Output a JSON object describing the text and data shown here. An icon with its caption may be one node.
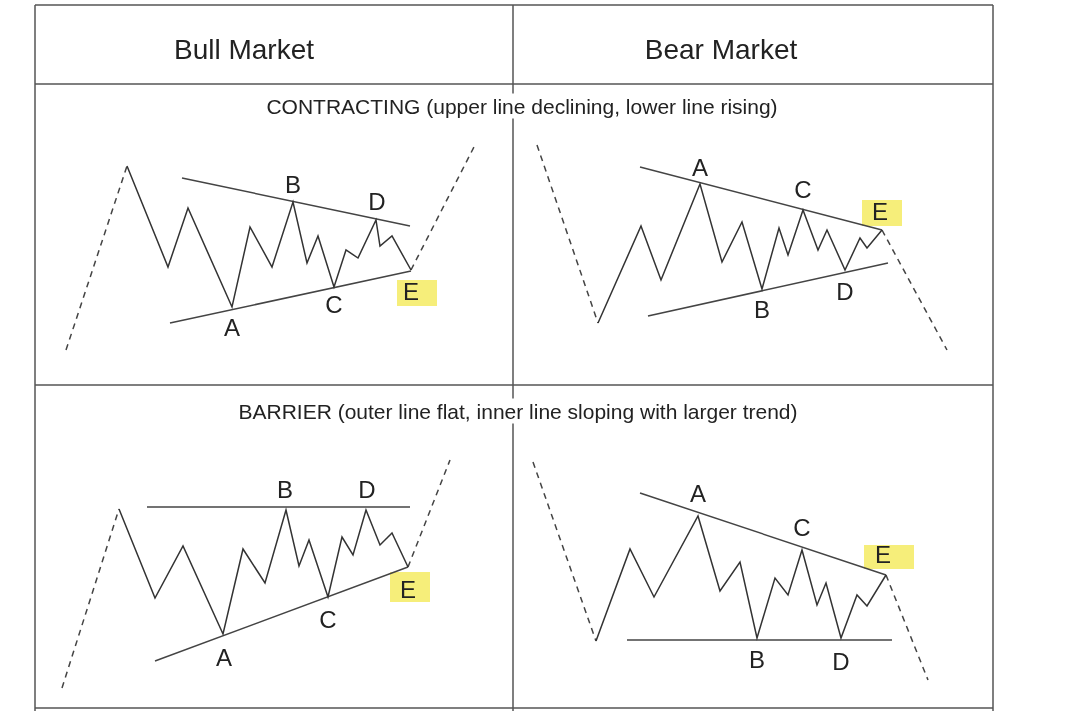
{
  "diagram": {
    "labels": [
      "Bull Market",
      "Bear Market",
      "CONTRACTING (upper line declining, lower line rising)",
      "A",
      "B",
      "C",
      "D",
      "E",
      "A",
      "B",
      "C",
      "D",
      "E",
      "BARRIER (outer line flat, inner line sloping with larger trend)",
      "A",
      "B",
      "C",
      "D",
      "E",
      "A",
      "B",
      "C",
      "D",
      "E"
    ]
  }
}
